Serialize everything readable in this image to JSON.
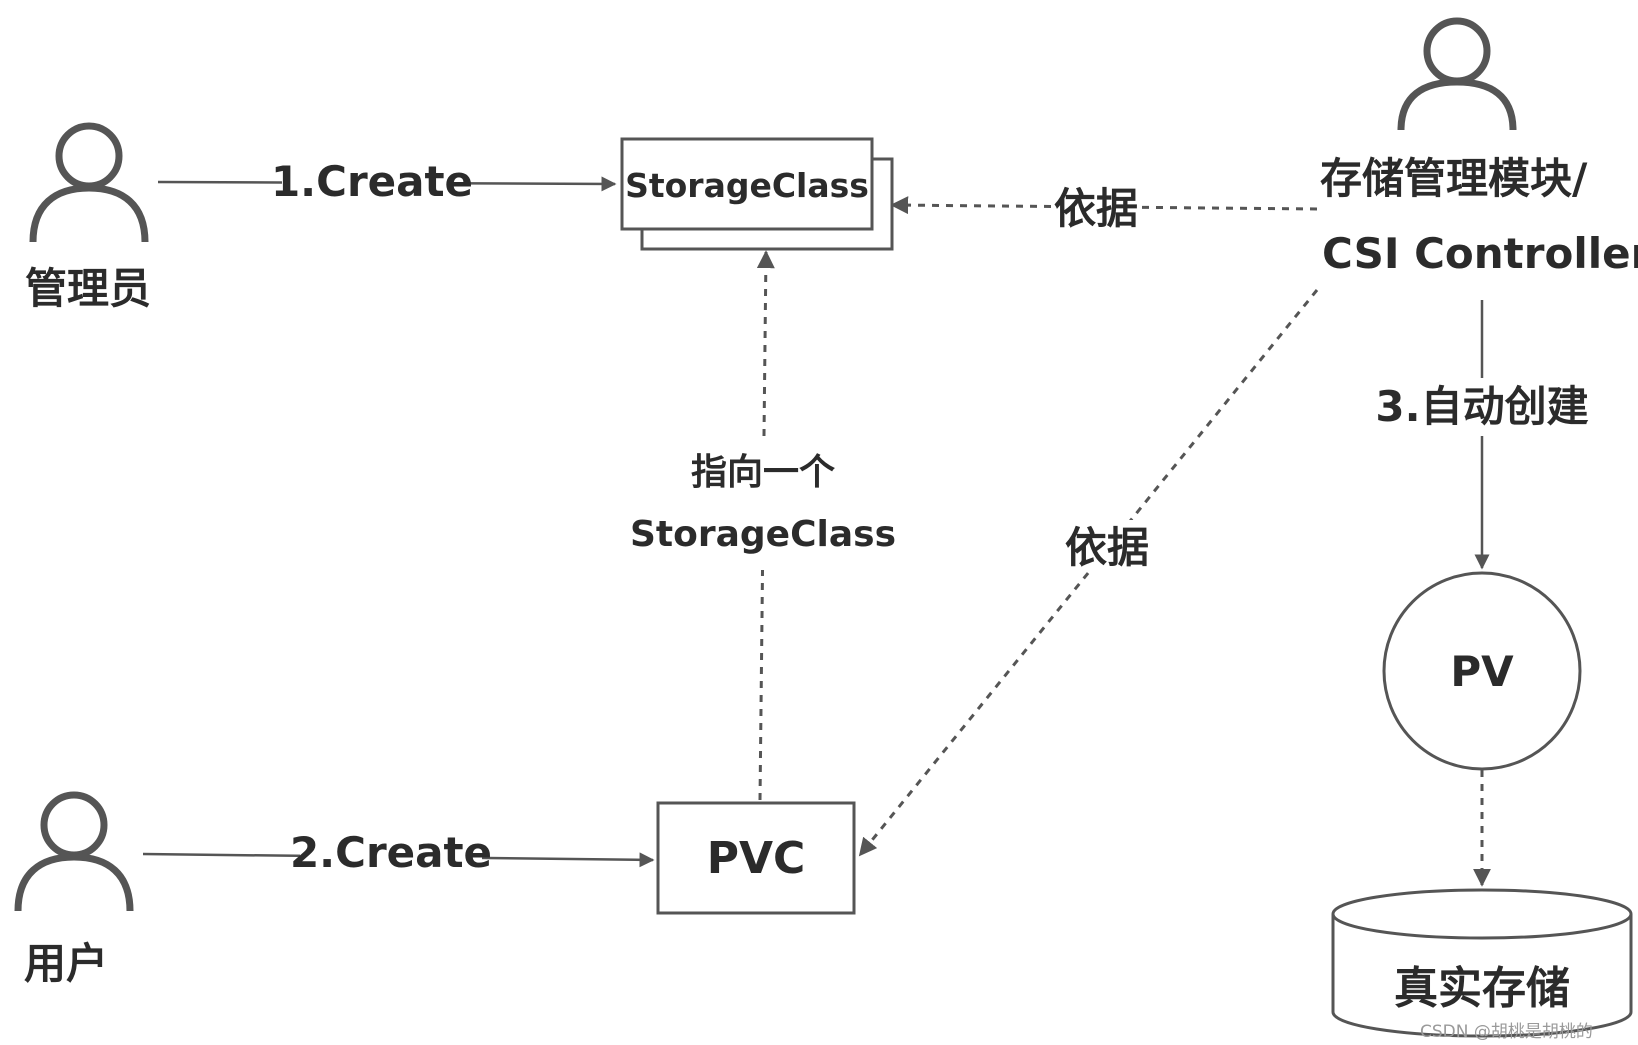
{
  "actors": {
    "admin": "管理员",
    "user": "用户"
  },
  "nodes": {
    "storage_class": "StorageClass",
    "pvc": "PVC",
    "storage_module_line1": "存储管理模块/",
    "storage_module_line2": "CSI Controller",
    "pv": "PV",
    "real_storage": "真实存储"
  },
  "edges": {
    "create1": "1.Create",
    "create2": "2.Create",
    "basis_top": "依据",
    "basis_diag": "依据",
    "points_to_line1": "指向一个",
    "points_to_line2": "StorageClass",
    "auto_create": "3.自动创建"
  },
  "watermark": "CSDN @胡桃是胡桃的"
}
